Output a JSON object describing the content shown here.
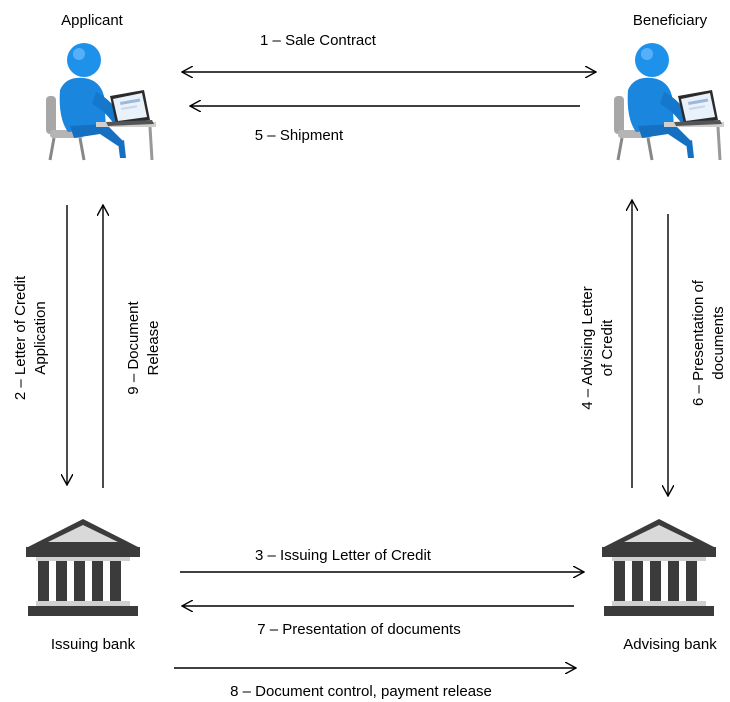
{
  "nodes": {
    "applicant": "Applicant",
    "beneficiary": "Beneficiary",
    "issuing_bank": "Issuing bank",
    "advising_bank": "Advising bank"
  },
  "steps": {
    "s1": "1 – Sale Contract",
    "s2_line1": "2 – Letter of Credit",
    "s2_line2": "Application",
    "s3": "3 – Issuing Letter of Credit",
    "s4_line1": "4 – Advising Letter",
    "s4_line2": "of Credit",
    "s5": "5 – Shipment",
    "s6_line1": "6 – Presentation of",
    "s6_line2": "documents",
    "s7": "7 – Presentation of documents",
    "s8": "8 – Document control, payment release",
    "s9_line1": "9 – Document",
    "s9_line2": "Release"
  },
  "icons": {
    "person": "person-at-laptop-icon",
    "bank": "bank-building-icon"
  },
  "colors": {
    "person": "#1a8fe8",
    "person_dark": "#0d63b0",
    "bank": "#3a3a3a",
    "chair": "#9a9a9a",
    "arrow": "#000000"
  }
}
